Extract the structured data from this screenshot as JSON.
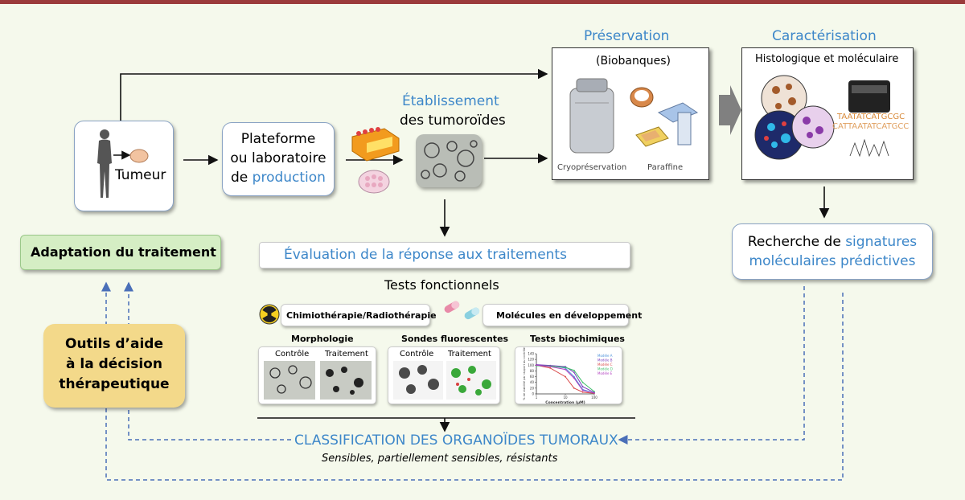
{
  "labels": {
    "tumeur": "Tumeur",
    "plateforme_line1": "Plateforme",
    "plateforme_line2": "ou laboratoire",
    "plateforme_line3_a": "de ",
    "plateforme_line3_b": "production",
    "etablissement": "Établissement",
    "des_tumoroides": "des tumoroïdes",
    "preservation": "Préservation",
    "biobanques": "(Biobanques)",
    "cryopreservation": "Cryopréservation",
    "paraffine": "Paraffine",
    "caracterisation": "Caractérisation",
    "histologique": "Histologique et moléculaire",
    "recherche_a": "Recherche de ",
    "recherche_b": "signatures",
    "recherche_c": "moléculaires prédictives",
    "adaptation": "Adaptation du traitement",
    "evaluation": "Évaluation de la réponse aux traitements",
    "tests_fonctionnels": "Tests fonctionnels",
    "chimio": "Chimiothérapie/Radiothérapie",
    "molecules": "Molécules en développement",
    "morphologie": "Morphologie",
    "sondes": "Sondes fluorescentes",
    "biochimiques": "Tests biochimiques",
    "controle1": "Contrôle",
    "traitement1": "Traitement",
    "controle2": "Contrôle",
    "traitement2": "Traitement",
    "outils_1": "Outils d’aide",
    "outils_2": "à la décision",
    "outils_3": "thérapeutique",
    "classification": "CLASSIFICATION DES ORGANOÏDES TUMORAUX",
    "classification_sub": "Sensibles, partiellement sensibles, résistants",
    "chart_ylabel": "% de viabilité par rapport au contrôle",
    "chart_xlabel": "Concentration (µM)",
    "dna_seq1": "TAATATCATGCGC",
    "dna_seq2": "CATTAATATCATGCC"
  },
  "chart_data": {
    "type": "line",
    "xlabel": "Concentration (µM)",
    "ylabel": "% de viabilité par rapport au contrôle",
    "xscale": "log",
    "xlim": [
      1,
      100
    ],
    "ylim": [
      0,
      140
    ],
    "yticks": [
      0,
      20,
      40,
      60,
      80,
      100,
      120,
      140
    ],
    "xticks": [
      1,
      10,
      100
    ],
    "series": [
      {
        "name": "Modèle A",
        "color": "#4a90d9",
        "values": [
          [
            1,
            100
          ],
          [
            3,
            98
          ],
          [
            10,
            90
          ],
          [
            20,
            60
          ],
          [
            40,
            15
          ],
          [
            100,
            3
          ]
        ]
      },
      {
        "name": "Modèle B",
        "color": "#7a3fbf",
        "values": [
          [
            1,
            102
          ],
          [
            3,
            99
          ],
          [
            10,
            95
          ],
          [
            20,
            75
          ],
          [
            40,
            25
          ],
          [
            100,
            5
          ]
        ]
      },
      {
        "name": "Modèle C",
        "color": "#d94a4a",
        "values": [
          [
            1,
            100
          ],
          [
            3,
            90
          ],
          [
            10,
            60
          ],
          [
            20,
            20
          ],
          [
            40,
            6
          ],
          [
            100,
            2
          ]
        ]
      },
      {
        "name": "Modèle D",
        "color": "#3fbf6a",
        "values": [
          [
            1,
            98
          ],
          [
            3,
            97
          ],
          [
            10,
            92
          ],
          [
            20,
            82
          ],
          [
            40,
            40
          ],
          [
            100,
            8
          ]
        ]
      },
      {
        "name": "Modèle E",
        "color": "#b13fbf",
        "values": [
          [
            1,
            100
          ],
          [
            3,
            95
          ],
          [
            10,
            85
          ],
          [
            20,
            55
          ],
          [
            40,
            12
          ],
          [
            100,
            3
          ]
        ]
      }
    ]
  },
  "colors": {
    "accent_blue": "#3d87c9",
    "green_box": "#d5eec4",
    "yellow_box": "#f3d98a",
    "dashed_blue": "#4a6fb8",
    "top_bar": "#9b3b3b"
  }
}
